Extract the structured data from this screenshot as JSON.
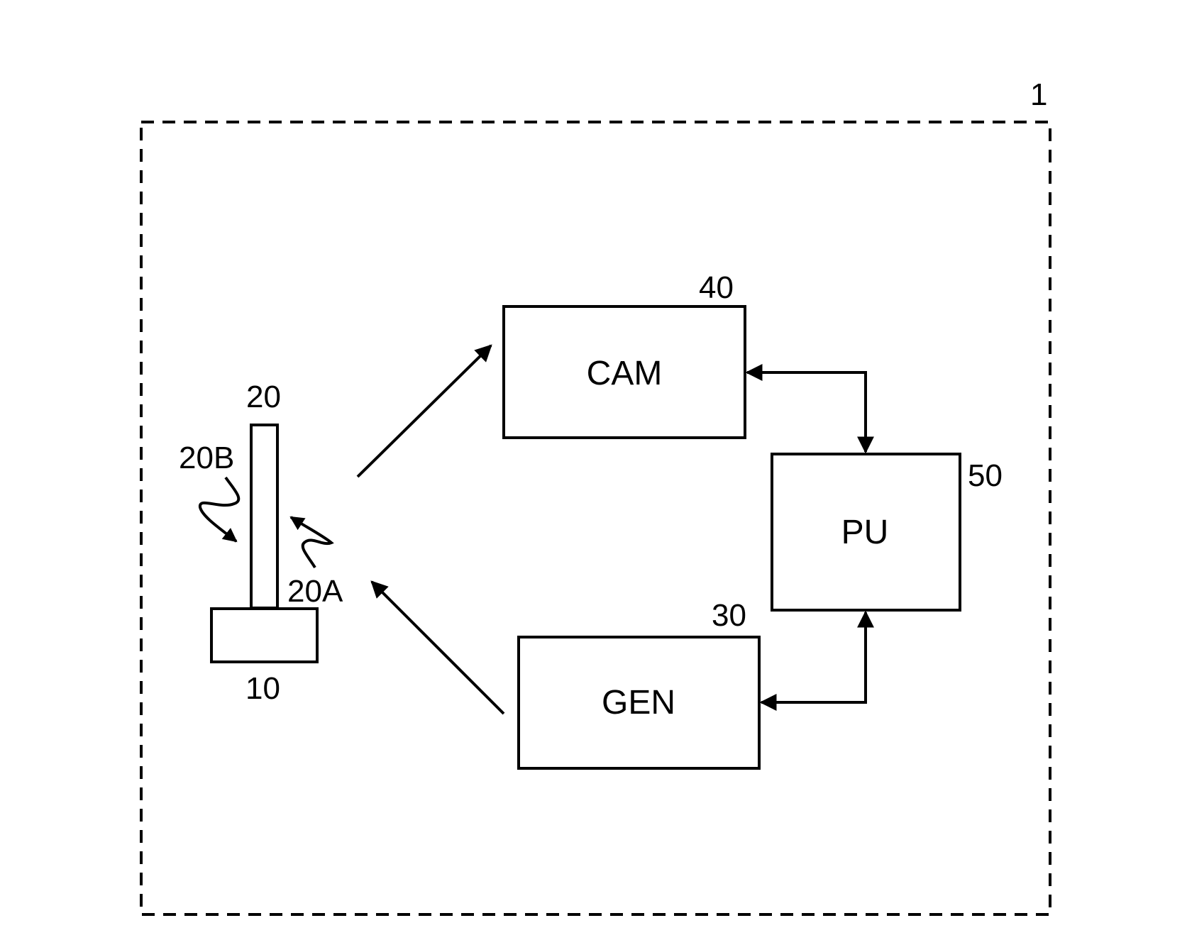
{
  "figure": {
    "system_ref": "1",
    "components": [
      {
        "id": "base",
        "ref": "10",
        "text": ""
      },
      {
        "id": "sample",
        "ref": "20",
        "text": ""
      },
      {
        "id": "gen",
        "ref": "30",
        "text": "GEN"
      },
      {
        "id": "cam",
        "ref": "40",
        "text": "CAM"
      },
      {
        "id": "pu",
        "ref": "50",
        "text": "PU"
      }
    ],
    "waves": [
      {
        "id": "incident-wave",
        "ref": "20B"
      },
      {
        "id": "emitted-wave",
        "ref": "20A"
      }
    ],
    "connections": [
      {
        "from": "GEN",
        "to": "sample",
        "type": "single-arrow"
      },
      {
        "from": "sample",
        "to": "CAM",
        "type": "single-arrow"
      },
      {
        "from": "CAM",
        "to": "PU",
        "type": "double-arrow"
      },
      {
        "from": "PU",
        "to": "GEN",
        "type": "double-arrow"
      }
    ],
    "colors": {
      "ink": "#000000",
      "paper": "#ffffff"
    }
  }
}
